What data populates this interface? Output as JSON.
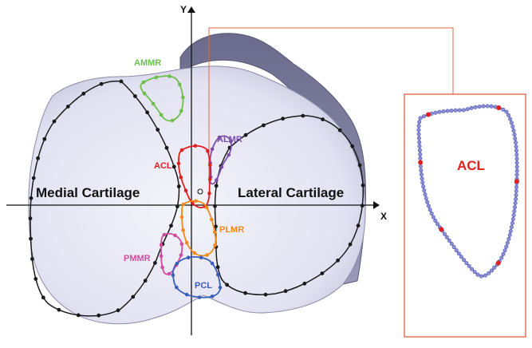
{
  "axes": {
    "x_label": "X",
    "y_label": "Y",
    "origin_label": "O"
  },
  "regions": {
    "medial": "Medial Cartilage",
    "lateral": "Lateral Cartilage"
  },
  "structures": [
    {
      "label": "AMMR",
      "color": "#6cc04a"
    },
    {
      "label": "ALMR",
      "color": "#7b4fa8"
    },
    {
      "label": "ACL",
      "color": "#e0201e"
    },
    {
      "label": "PLMR",
      "color": "#f08a1c"
    },
    {
      "label": "PMMR",
      "color": "#d04ca0"
    },
    {
      "label": "PCL",
      "color": "#3a5fb8"
    }
  ],
  "inset": {
    "label": "ACL",
    "frame_color": "#e06a4a",
    "label_color": "#e0201e",
    "dot_color": "#4a56b0"
  },
  "colors": {
    "bone": "#e6e6f4",
    "bone_edge": "#6a6a90",
    "outline": "#1a1a1a"
  }
}
